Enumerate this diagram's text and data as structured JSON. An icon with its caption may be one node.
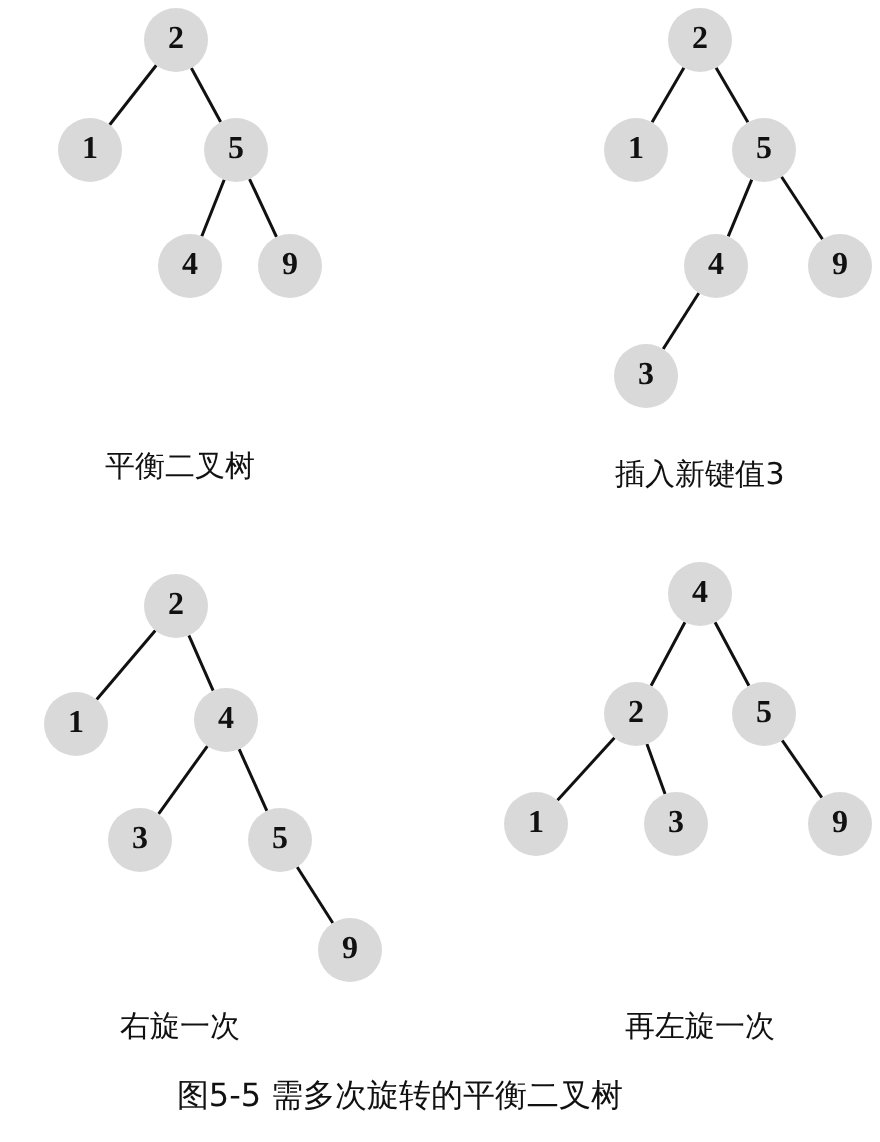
{
  "diagram": {
    "caption": "图5-5 需多次旋转的平衡二叉树",
    "nodes": [
      {
        "text": [
          "2"
        ]
      },
      {
        "text": [
          "1"
        ]
      },
      {
        "text": [
          "5"
        ]
      },
      {
        "text": [
          "4"
        ]
      },
      {
        "text": [
          "9"
        ]
      },
      {
        "text": [
          "2"
        ]
      },
      {
        "text": [
          "1"
        ]
      },
      {
        "text": [
          "5"
        ]
      },
      {
        "text": [
          "4"
        ]
      },
      {
        "text": [
          "9"
        ]
      },
      {
        "text": [
          "3"
        ]
      },
      {
        "text": [
          "2"
        ]
      },
      {
        "text": [
          "1"
        ]
      },
      {
        "text": [
          "4"
        ]
      },
      {
        "text": [
          "3"
        ]
      },
      {
        "text": [
          "5"
        ]
      },
      {
        "text": [
          "9"
        ]
      },
      {
        "text": [
          "4"
        ]
      },
      {
        "text": [
          "2"
        ]
      },
      {
        "text": [
          "5"
        ]
      },
      {
        "text": [
          "1"
        ]
      },
      {
        "text": [
          "3"
        ]
      },
      {
        "text": [
          "9"
        ]
      }
    ],
    "edges": [
      {
        "from": 0,
        "to": 1,
        "arrow": "none"
      },
      {
        "from": 0,
        "to": 2,
        "arrow": "none"
      },
      {
        "from": 2,
        "to": 3,
        "arrow": "none"
      },
      {
        "from": 2,
        "to": 4,
        "arrow": "none"
      },
      {
        "from": 5,
        "to": 6,
        "arrow": "none"
      },
      {
        "from": 5,
        "to": 7,
        "arrow": "none"
      },
      {
        "from": 7,
        "to": 8,
        "arrow": "none"
      },
      {
        "from": 7,
        "to": 9,
        "arrow": "none"
      },
      {
        "from": 8,
        "to": 10,
        "arrow": "none"
      },
      {
        "from": 11,
        "to": 12,
        "arrow": "none"
      },
      {
        "from": 11,
        "to": 13,
        "arrow": "none"
      },
      {
        "from": 13,
        "to": 14,
        "arrow": "none"
      },
      {
        "from": 13,
        "to": 15,
        "arrow": "none"
      },
      {
        "from": 15,
        "to": 16,
        "arrow": "none"
      },
      {
        "from": 17,
        "to": 18,
        "arrow": "none"
      },
      {
        "from": 17,
        "to": 19,
        "arrow": "none"
      },
      {
        "from": 18,
        "to": 20,
        "arrow": "none"
      },
      {
        "from": 18,
        "to": 21,
        "arrow": "none"
      },
      {
        "from": 19,
        "to": 22,
        "arrow": "none"
      }
    ],
    "labels": [
      "平衡二叉树",
      "插入新键值3",
      "右旋一次",
      "再左旋一次"
    ]
  }
}
